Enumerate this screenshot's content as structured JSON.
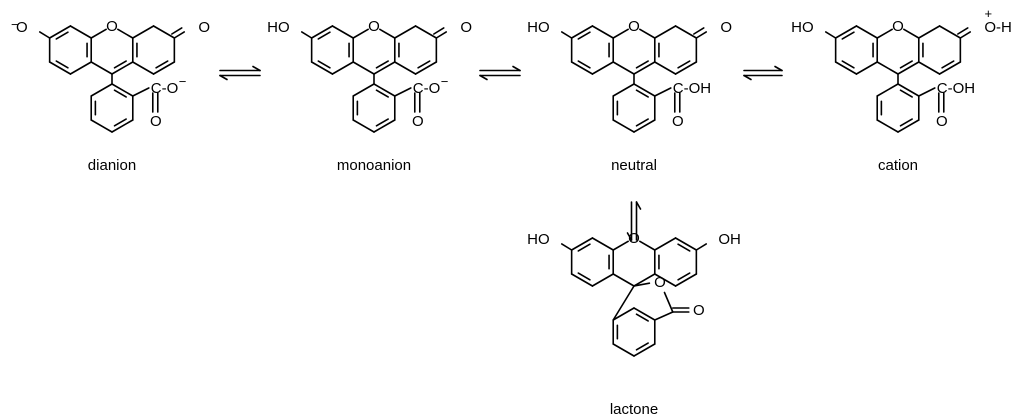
{
  "figure": {
    "title": "",
    "species": [
      {
        "id": "dianion",
        "label": "dianion",
        "left_group": "O",
        "left_charge": "−",
        "right_group": "O",
        "right_charge": "",
        "acid_group": "C-O",
        "acid_charge": "−"
      },
      {
        "id": "monoanion",
        "label": "monoanion",
        "left_group": "HO",
        "left_charge": "",
        "right_group": "O",
        "right_charge": "",
        "acid_group": "C-O",
        "acid_charge": "−"
      },
      {
        "id": "neutral",
        "label": "neutral",
        "left_group": "HO",
        "left_charge": "",
        "right_group": "O",
        "right_charge": "",
        "acid_group": "C-OH",
        "acid_charge": ""
      },
      {
        "id": "cation",
        "label": "cation",
        "left_group": "HO",
        "left_charge": "",
        "right_group": "O-H",
        "right_charge": "+",
        "acid_group": "C-OH",
        "acid_charge": ""
      }
    ],
    "lactone": {
      "id": "lactone",
      "label": "lactone",
      "left_group": "HO",
      "right_group": "OH",
      "ring_oxygen": "O",
      "carbonyl_oxygen": "O"
    },
    "ring_oxygen": "O",
    "carbonyl_oxygen": "O",
    "equilibria": [
      {
        "from": "dianion",
        "to": "monoanion",
        "symbol": "⇌"
      },
      {
        "from": "monoanion",
        "to": "neutral",
        "symbol": "⇌"
      },
      {
        "from": "neutral",
        "to": "cation",
        "symbol": "⇌"
      },
      {
        "from": "neutral",
        "to": "lactone",
        "symbol": "⇌"
      }
    ]
  }
}
